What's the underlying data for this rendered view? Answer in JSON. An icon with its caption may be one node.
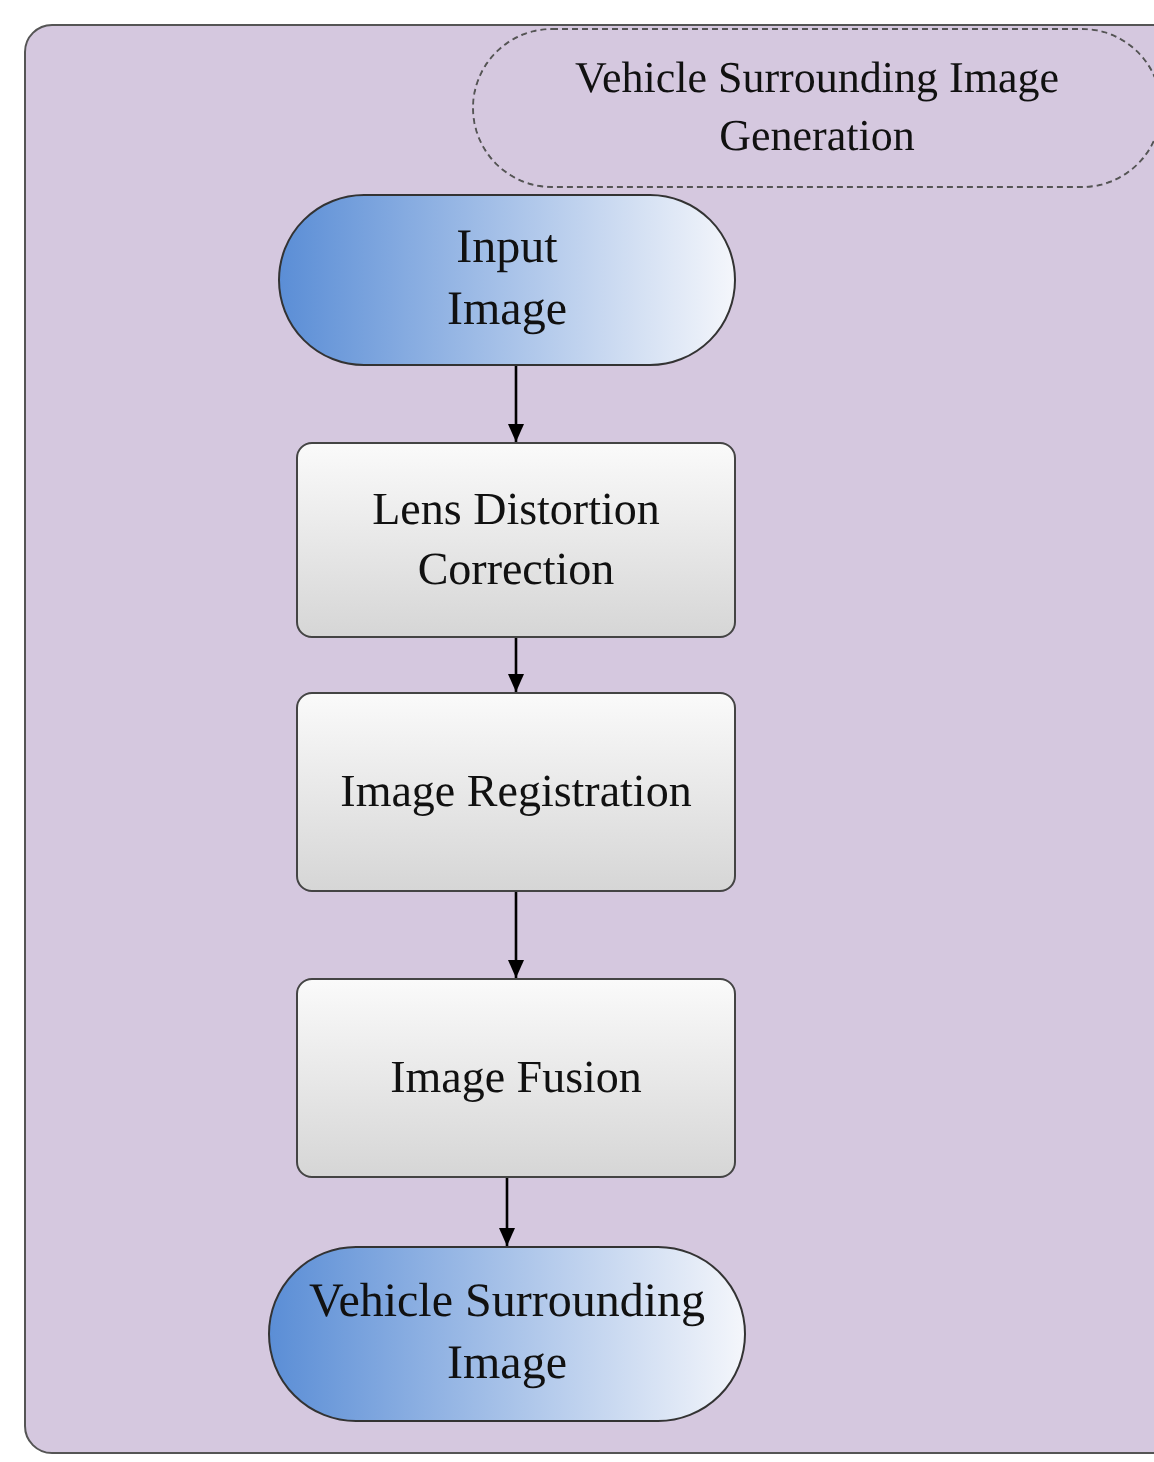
{
  "diagram": {
    "nodes": [
      {
        "text": [],
        "shape": "box"
      },
      {
        "text": [
          "Vehicle Surrounding Image Generation"
        ],
        "in": 0
      },
      {
        "text": [
          "Input Image"
        ],
        "in": 0
      },
      {
        "text": [
          "Lens Distortion Correction"
        ],
        "in": 0
      },
      {
        "text": [
          "Image Registration"
        ],
        "in": 0
      },
      {
        "text": [
          "Image Fusion"
        ],
        "in": 0
      },
      {
        "text": [
          "Vehicle Surrounding Image"
        ],
        "in": 0
      }
    ],
    "edges": [
      {
        "from": 2,
        "to": 3,
        "arrow": "to"
      },
      {
        "from": 3,
        "to": 4,
        "arrow": "to"
      },
      {
        "from": 4,
        "to": 5,
        "arrow": "to"
      },
      {
        "from": 5,
        "to": 6,
        "arrow": "to"
      }
    ]
  }
}
